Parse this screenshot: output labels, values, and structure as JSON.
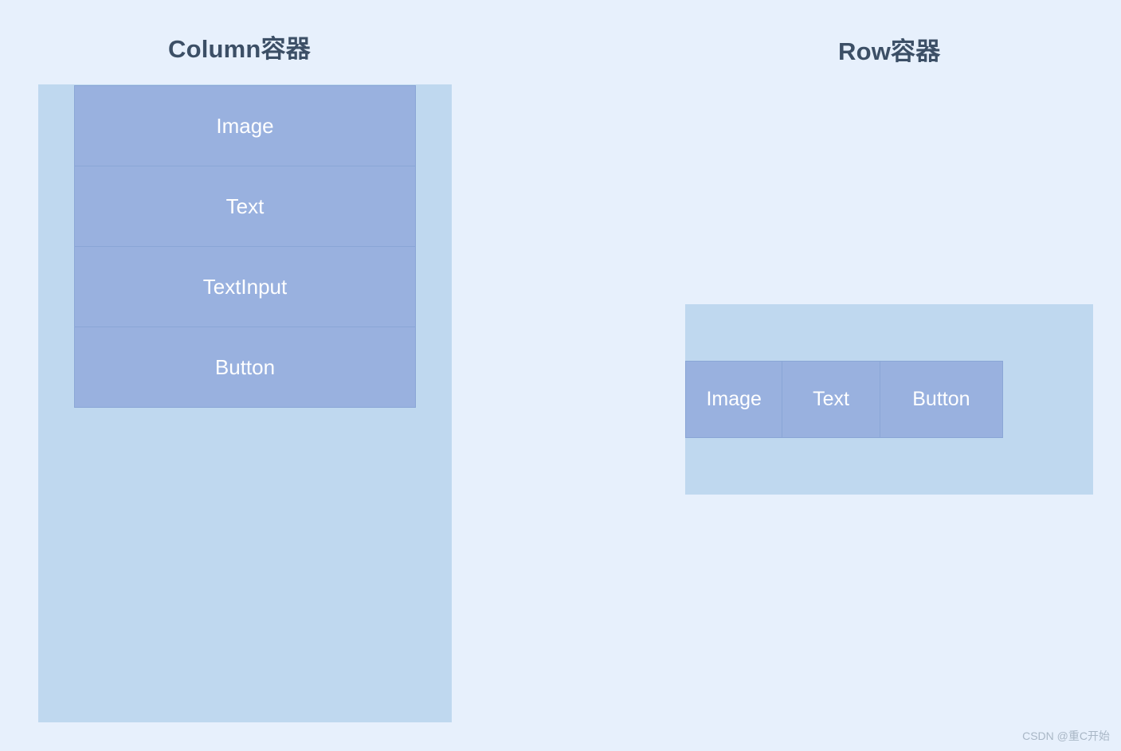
{
  "page": {
    "background_color": "#e7f0fc",
    "watermark": "CSDN @重C开始"
  },
  "sections": [
    {
      "key": "column",
      "title": "Column容器",
      "container_color": "#bfd8ef",
      "cell_color": "#99b1df",
      "border_color": "#8aa6d6",
      "direction": "column",
      "cells": [
        {
          "label": "Image"
        },
        {
          "label": "Text"
        },
        {
          "label": "TextInput"
        },
        {
          "label": "Button"
        }
      ]
    },
    {
      "key": "row",
      "title": "Row容器",
      "container_color": "#bfd8ef",
      "cell_color": "#99b1df",
      "border_color": "#8aa6d6",
      "direction": "row",
      "cells": [
        {
          "label": "Image"
        },
        {
          "label": "Text"
        },
        {
          "label": "Button"
        }
      ]
    }
  ]
}
